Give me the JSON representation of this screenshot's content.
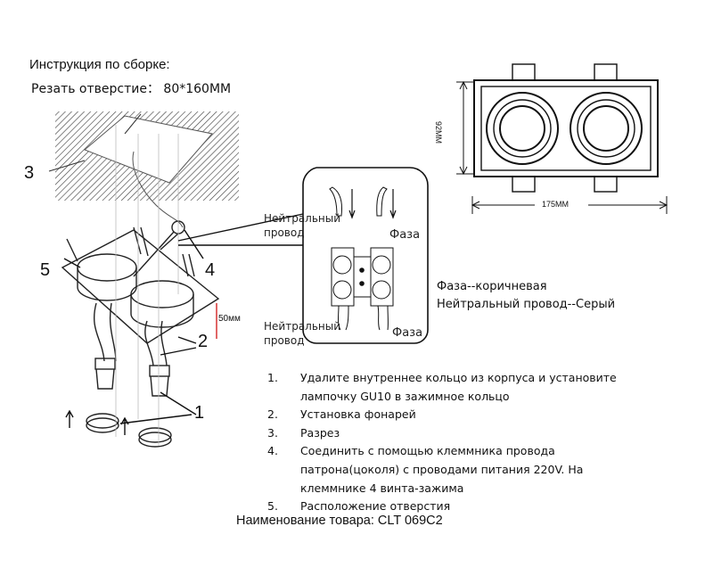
{
  "header": {
    "title": "Инструкция по сборке:",
    "cut_hole": "Резать отверстие：  80*160MM"
  },
  "diagram": {
    "callout_numbers": [
      "1",
      "2",
      "3",
      "4",
      "5"
    ],
    "depth_label": "50мм",
    "dimension_height": "92MM",
    "dimension_width": "175MM",
    "wiring": {
      "neutral_top": [
        "Нейтральный",
        "провод"
      ],
      "phase_top": "Фаза",
      "neutral_bottom": [
        "Нейтральный",
        "провод"
      ],
      "phase_bottom": "Фаза"
    },
    "legend": [
      "Фаза--коричневая",
      "Нейтральный провод--Серый"
    ]
  },
  "steps": [
    {
      "num": "1.",
      "lines": [
        "Удалите внутреннее кольцо из корпуса и установите",
        "лампочку GU10 в зажимное кольцо"
      ]
    },
    {
      "num": "2.",
      "lines": [
        "Установка фонарей"
      ]
    },
    {
      "num": "3.",
      "lines": [
        "Разрез"
      ]
    },
    {
      "num": "4.",
      "lines": [
        "Соединить с помощью клеммника провода",
        "патрона(цоколя) с проводами питания 220V. На",
        "клеммнике 4 винта-зажима"
      ]
    },
    {
      "num": "5.",
      "lines": [
        "Расположение отверстия"
      ]
    }
  ],
  "product_name": "Наименование товара: CLT 069C2"
}
